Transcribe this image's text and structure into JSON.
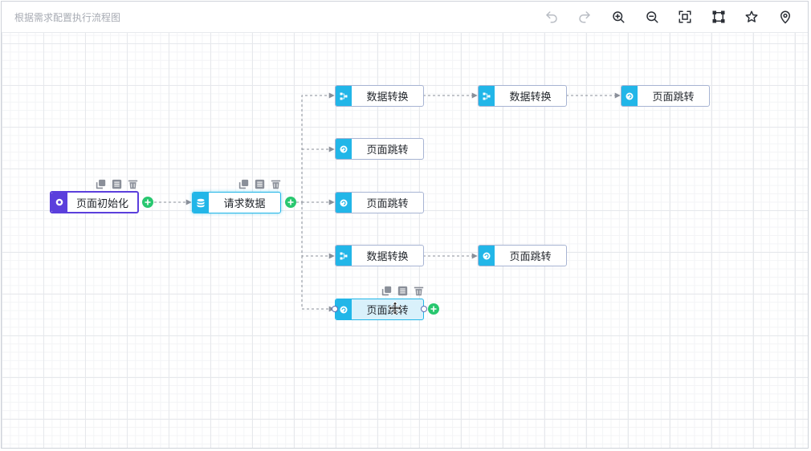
{
  "header": {
    "title": "根据需求配置执行流程图",
    "tools": [
      {
        "name": "undo-icon"
      },
      {
        "name": "redo-icon"
      },
      {
        "name": "zoom-in-icon"
      },
      {
        "name": "zoom-out-icon"
      },
      {
        "name": "fit-view-icon"
      },
      {
        "name": "actual-size-icon"
      },
      {
        "name": "auto-layout-icon"
      },
      {
        "name": "locate-icon"
      }
    ]
  },
  "nodes": {
    "init": {
      "label": "页面初始化",
      "icon": "gear-icon"
    },
    "request": {
      "label": "请求数据",
      "icon": "database-icon"
    },
    "transform1": {
      "label": "数据转换",
      "icon": "transform-icon"
    },
    "transform2": {
      "label": "数据转换",
      "icon": "transform-icon"
    },
    "jump1": {
      "label": "页面跳转",
      "icon": "jump-icon"
    },
    "jump2": {
      "label": "页面跳转",
      "icon": "jump-icon"
    },
    "jump3": {
      "label": "页面跳转",
      "icon": "jump-icon"
    },
    "transform3": {
      "label": "数据转换",
      "icon": "transform-icon"
    },
    "jump4": {
      "label": "页面跳转",
      "icon": "jump-icon"
    },
    "jump5": {
      "label": "页面跳转",
      "icon": "jump-icon"
    }
  },
  "node_actions": [
    "copy-icon",
    "list-icon",
    "delete-icon"
  ],
  "colors": {
    "start": "#5b3fdc",
    "task": "#22b6e8",
    "add": "#28c76f",
    "edge": "#8a8f99"
  }
}
